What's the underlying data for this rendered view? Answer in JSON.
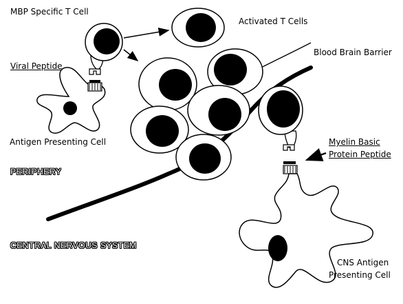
{
  "labels": {
    "mbp_t_cell": "MBP Specific T Cell",
    "activated_t_cells": "Activated T Cells",
    "viral_peptide": "Viral Peptide",
    "blood_brain_barrier": "Blood Brain Barrier",
    "antigen_presenting_cell": "Antigen Presenting Cell",
    "myelin_line1": "Myelin Basic",
    "myelin_line2": "Protein Peptide",
    "periphery": "PERIPHERY",
    "cns": "CENTRAL NERVOUS SYSTEM",
    "cns_apc_line1": "CNS Antigen",
    "cns_apc_line2": "Presenting Cell"
  }
}
